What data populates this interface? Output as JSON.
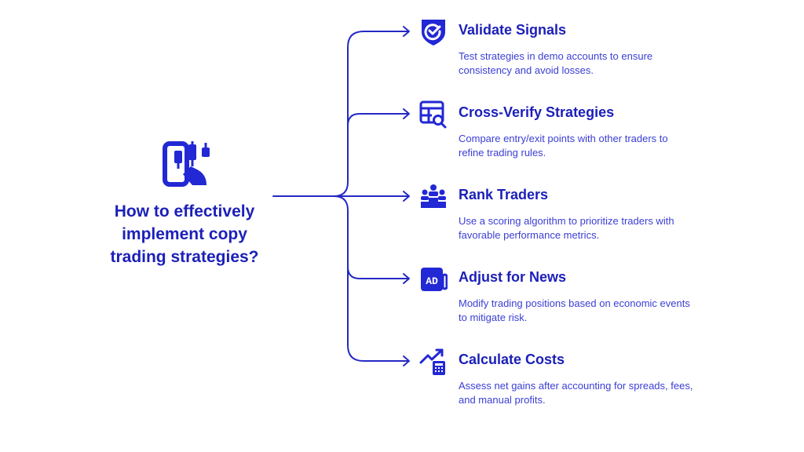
{
  "colors": {
    "primary": "#1c20b8",
    "description": "#3a3ed4",
    "line": "#2529c4"
  },
  "center": {
    "icon": "candlestick-chart-touch-icon",
    "title": "How to effectively implement copy trading strategies?"
  },
  "items": [
    {
      "icon": "shield-check-icon",
      "title": "Validate Signals",
      "description": "Test strategies in demo accounts to ensure consistency and avoid losses."
    },
    {
      "icon": "table-search-icon",
      "title": "Cross-Verify Strategies",
      "description": "Compare entry/exit points with other traders to refine trading rules."
    },
    {
      "icon": "podium-people-icon",
      "title": "Rank Traders",
      "description": "Use a scoring algorithm to prioritize traders with favorable performance metrics."
    },
    {
      "icon": "ad-news-icon",
      "title": "Adjust for News",
      "description": "Modify trading positions based on economic events to mitigate risk."
    },
    {
      "icon": "trend-calculator-icon",
      "title": "Calculate Costs",
      "description": "Assess net gains after accounting for spreads, fees, and manual profits."
    }
  ]
}
